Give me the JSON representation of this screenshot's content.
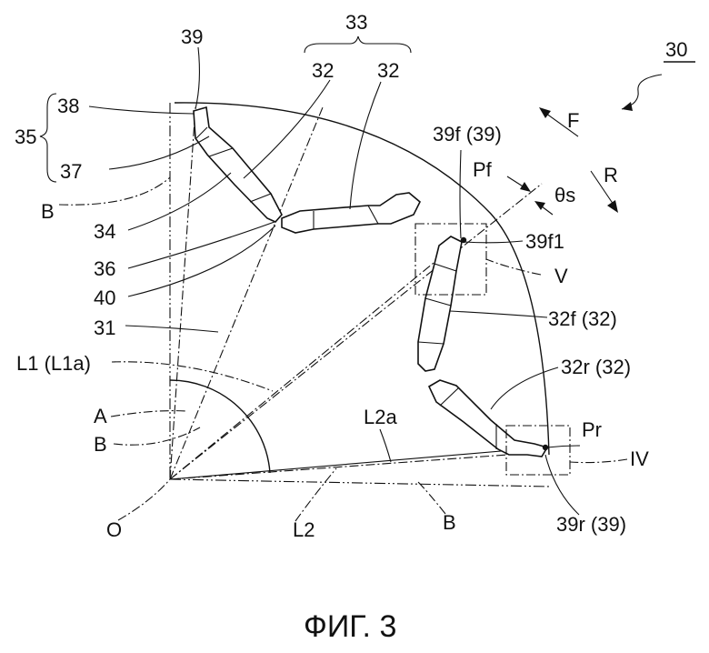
{
  "figure": {
    "reference": "30",
    "caption": "ФИГ. 3"
  },
  "labels": {
    "l39": "39",
    "l33": "33",
    "l32a": "32",
    "l32b": "32",
    "l38": "38",
    "l35": "35",
    "l37": "37",
    "lB1": "B",
    "l34": "34",
    "l36": "36",
    "l40": "40",
    "l31": "31",
    "lL1": "L1 (L1a)",
    "lA": "A",
    "lB2": "B",
    "lO": "O",
    "lL2": "L2",
    "lB3": "B",
    "lL2a": "L2a",
    "l39f": "39f (39)",
    "lF": "F",
    "lR": "R",
    "lPf": "Pf",
    "lTheta": "θs",
    "l39f1": "39f1",
    "lV": "V",
    "l32f": "32f (32)",
    "l32r": "32r (32)",
    "lPr": "Pr",
    "lIV": "IV",
    "l39r": "39r (39)"
  }
}
